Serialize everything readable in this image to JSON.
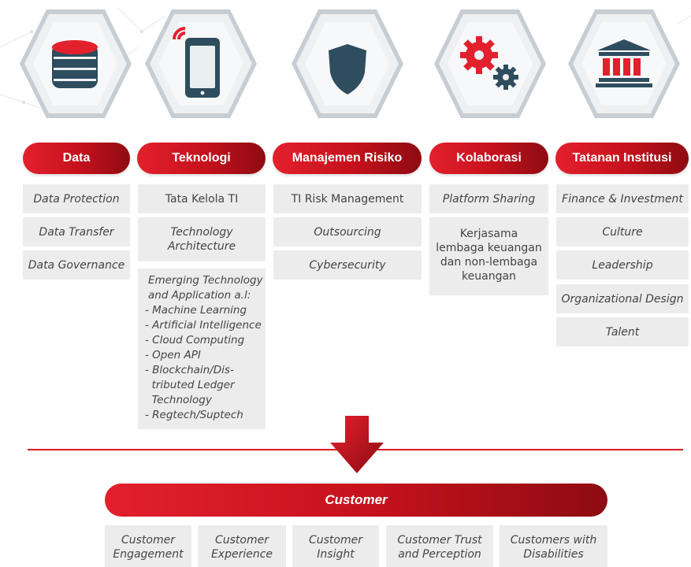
{
  "columns": [
    {
      "key": "data",
      "title": "Data",
      "icon": "database-icon",
      "items": [
        "Data Protection",
        "Data Transfer",
        "Data Governance"
      ]
    },
    {
      "key": "teknologi",
      "title": "Teknologi",
      "icon": "mobile-phone-icon",
      "items": [
        "Tata Kelola TI",
        "Technology Architecture"
      ],
      "emerging": {
        "head": "Emerging Technology and Application a.l:",
        "items": [
          "- Machine Learning",
          "- Artificial Intelligence",
          "- Cloud Computing",
          "- Open API",
          "- Blockchain/Dis-",
          "  tributed Ledger",
          "  Technology",
          "- Regtech/Suptech"
        ]
      }
    },
    {
      "key": "manajemen_risiko",
      "title": "Manajemen Risiko",
      "icon": "shield-icon",
      "items": [
        "TI Risk Management",
        "Outsourcing",
        "Cybersecurity"
      ]
    },
    {
      "key": "kolaborasi",
      "title": "Kolaborasi",
      "icon": "gears-icon",
      "items": [
        "Platform Sharing",
        "Kerjasama lembaga keuangan dan non-lembaga keuangan"
      ]
    },
    {
      "key": "tatanan_institusi",
      "title": "Tatanan Institusi",
      "icon": "institution-building-icon",
      "items": [
        "Finance & Investment",
        "Culture",
        "Leadership",
        "Organizational Design",
        "Talent"
      ]
    }
  ],
  "customer": {
    "title": "Customer",
    "items": [
      "Customer Engagement",
      "Customer Experience",
      "Customer Insight",
      "Customer Trust and Perception",
      "Customers with Disabilities"
    ]
  },
  "colors": {
    "accent": "#d51a26",
    "dark_accent": "#8e0b12",
    "icon_dark": "#2e4d5e",
    "box": "#ececec"
  }
}
